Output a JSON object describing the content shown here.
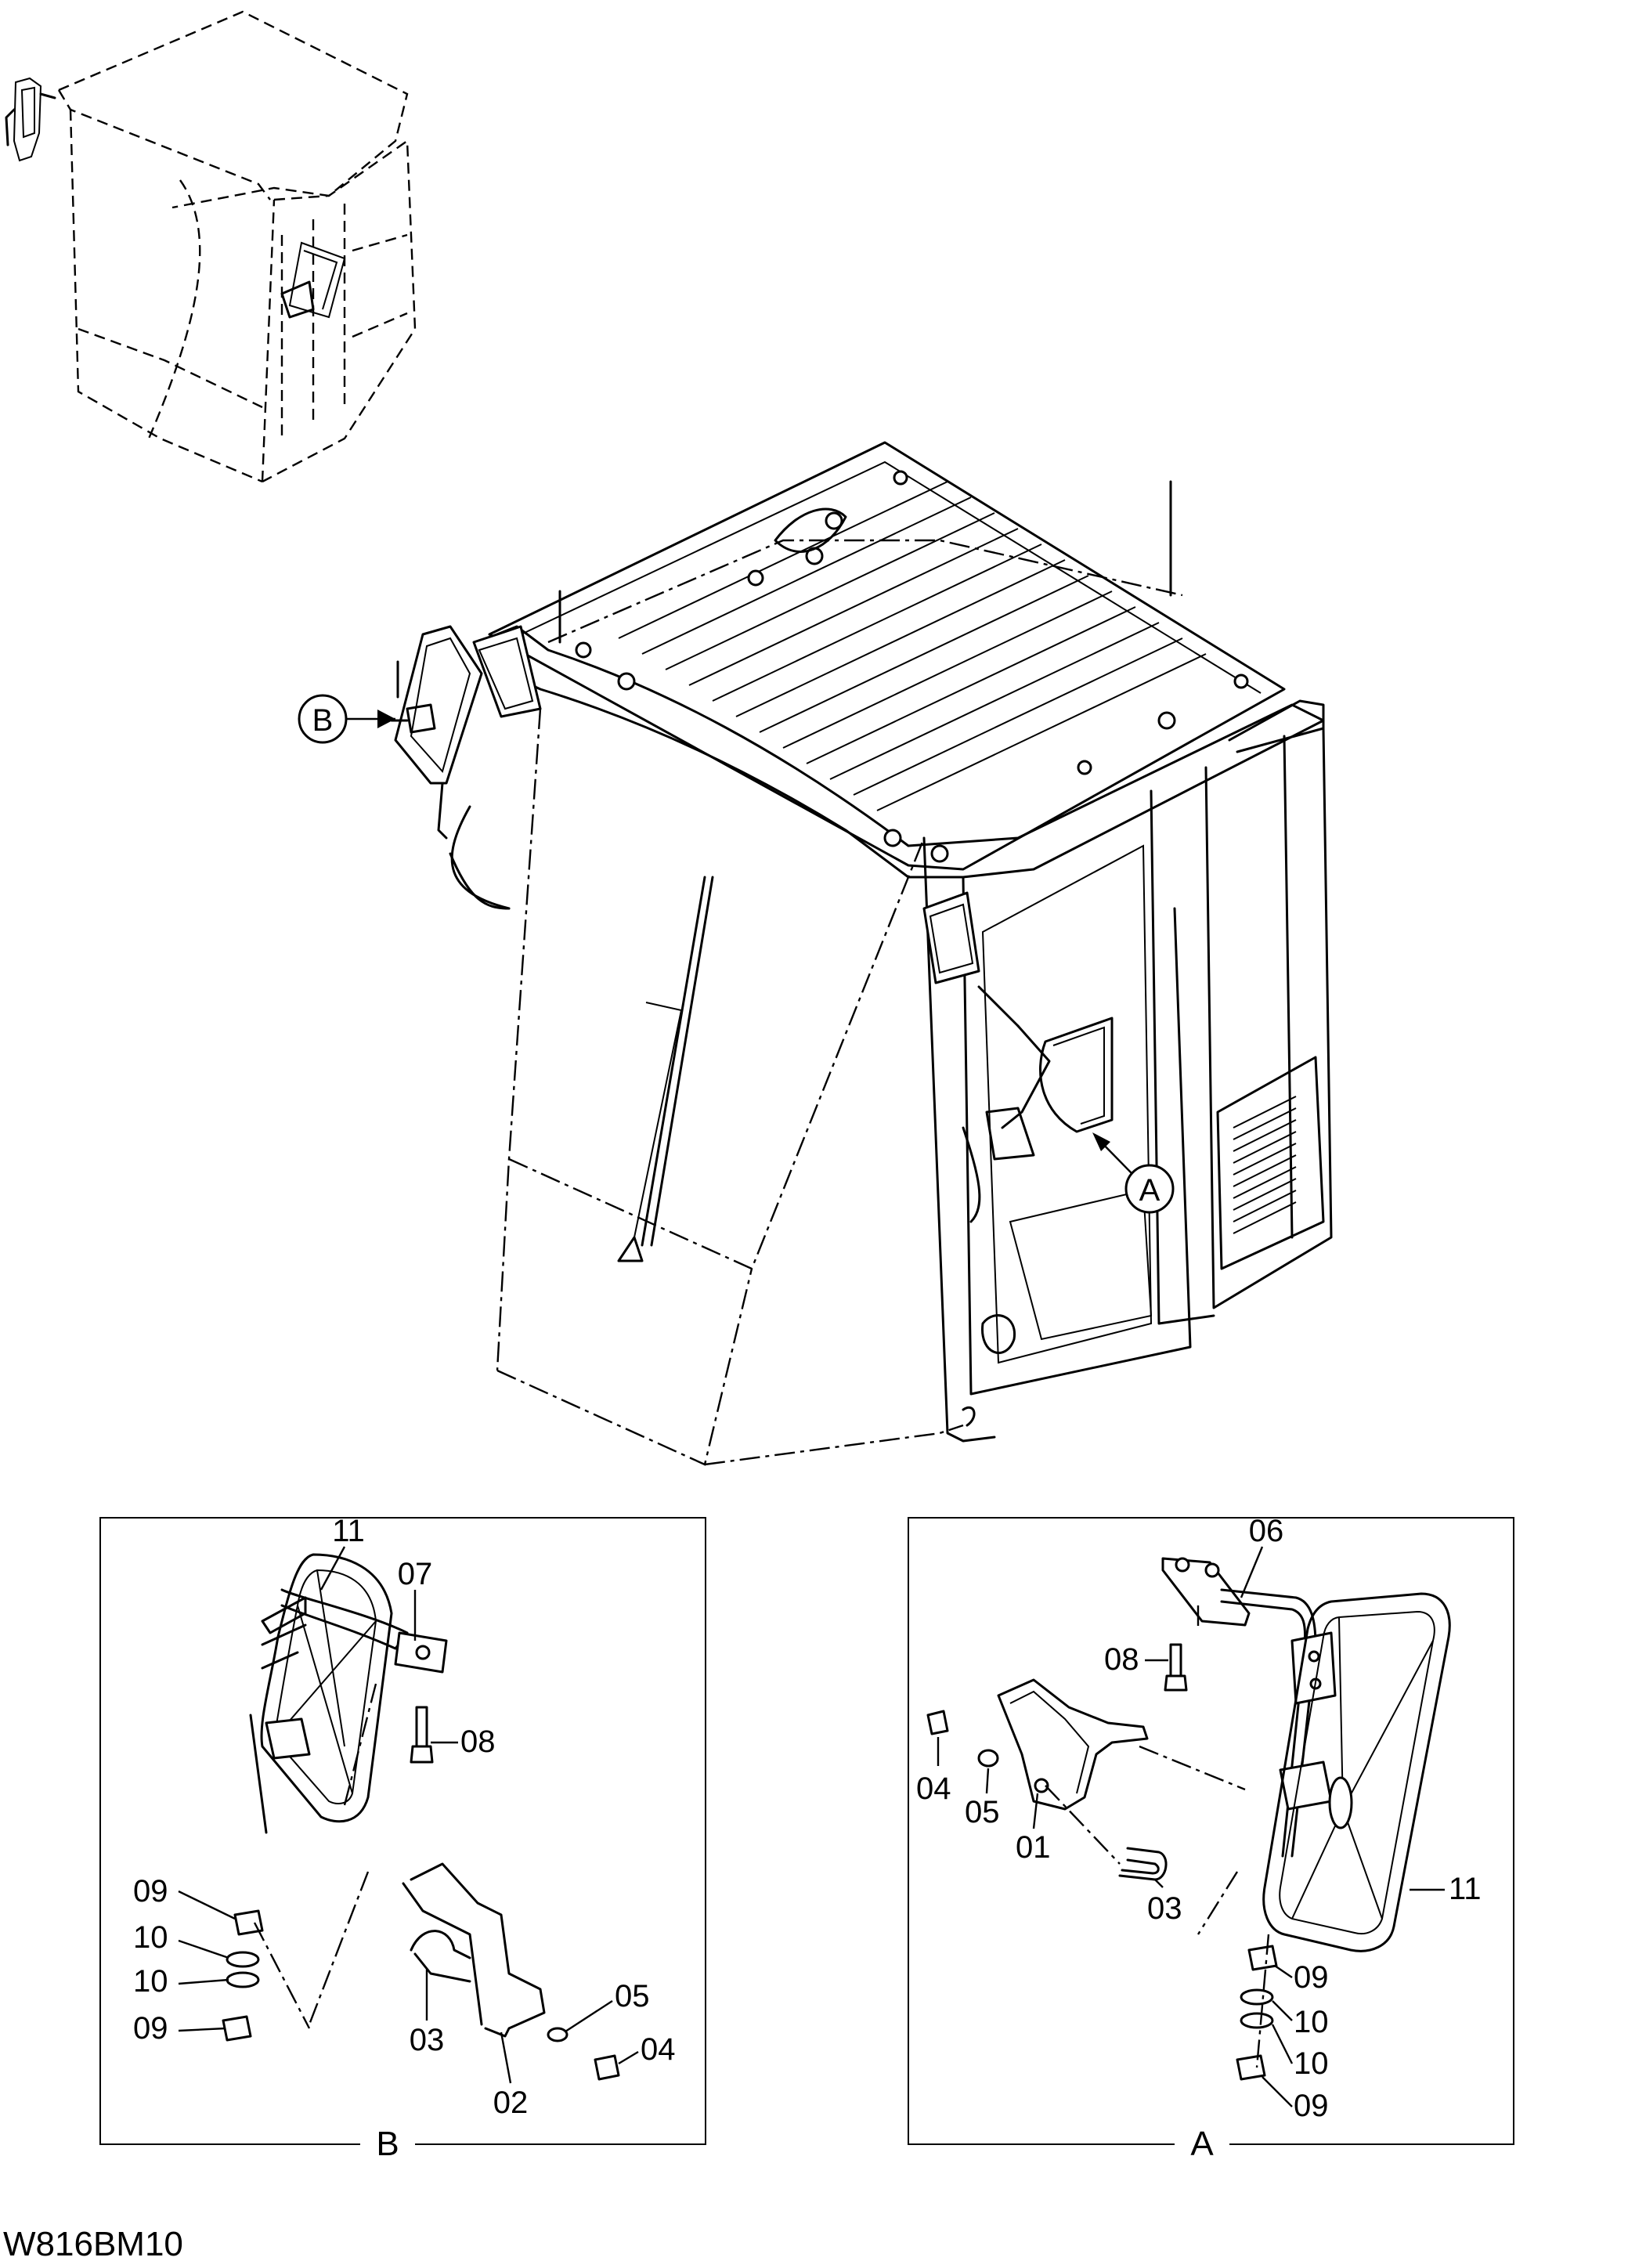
{
  "drawing_code": "W816BM10",
  "callouts": {
    "view_a": "A",
    "view_b": "B"
  },
  "detail_b": {
    "title": "B",
    "labels": {
      "p11": "11",
      "p07": "07",
      "p08": "08",
      "p09a": "09",
      "p10a": "10",
      "p10b": "10",
      "p09b": "09",
      "p03": "03",
      "p05": "05",
      "p04": "04",
      "p02": "02"
    }
  },
  "detail_a": {
    "title": "A",
    "labels": {
      "p06": "06",
      "p08": "08",
      "p04": "04",
      "p05": "05",
      "p01": "01",
      "p03": "03",
      "p11": "11",
      "p09a": "09",
      "p10a": "10",
      "p10b": "10",
      "p09b": "09"
    }
  }
}
